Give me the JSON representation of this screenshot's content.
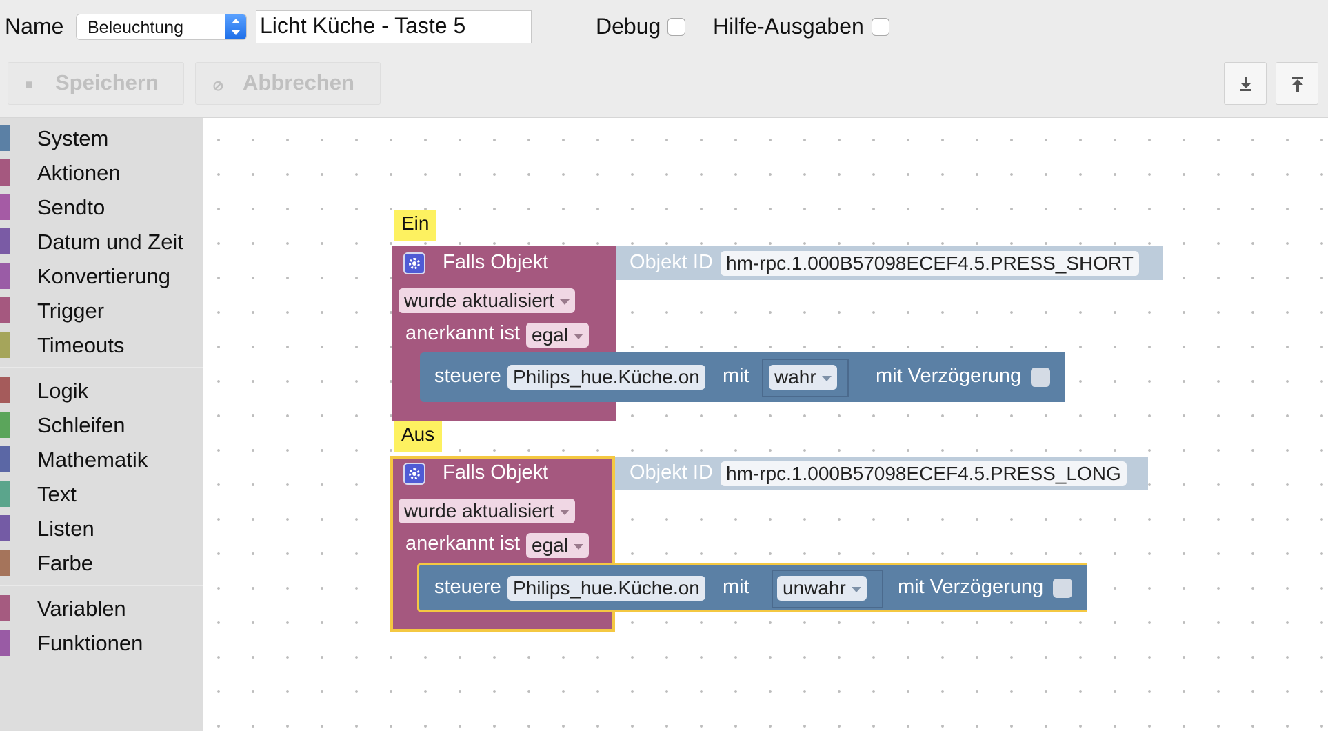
{
  "toolbar": {
    "name_label": "Name",
    "folder_value": "Beleuchtung",
    "script_name": "Licht Küche - Taste 5",
    "debug_label": "Debug",
    "hilfe_label": "Hilfe-Ausgaben",
    "save_label": "Speichern",
    "cancel_label": "Abbrechen",
    "export_icon": "download-icon",
    "import_icon": "upload-icon"
  },
  "sidebar": {
    "categories": [
      {
        "label": "System",
        "color": "#5b80a5"
      },
      {
        "label": "Aktionen",
        "color": "#a5587f"
      },
      {
        "label": "Sendto",
        "color": "#a55ba5"
      },
      {
        "label": "Datum und Zeit",
        "color": "#7a5ba5"
      },
      {
        "label": "Konvertierung",
        "color": "#9a5ca6"
      },
      {
        "label": "Trigger",
        "color": "#a5587f"
      },
      {
        "label": "Timeouts",
        "color": "#a5a55b"
      },
      {
        "label": "Logik",
        "color": "#a55b5b"
      },
      {
        "label": "Schleifen",
        "color": "#5ba55b"
      },
      {
        "label": "Mathematik",
        "color": "#5b67a5"
      },
      {
        "label": "Text",
        "color": "#5ba58c"
      },
      {
        "label": "Listen",
        "color": "#745ba5"
      },
      {
        "label": "Farbe",
        "color": "#a5745b"
      },
      {
        "label": "Variablen",
        "color": "#a55b80"
      },
      {
        "label": "Funktionen",
        "color": "#995ba5"
      }
    ]
  },
  "blocks": [
    {
      "tag": "Ein",
      "title": "Falls Objekt",
      "objekt_label": "Objekt ID",
      "objekt_id": "hm-rpc.1.000B57098ECEF4.5.PRESS_SHORT",
      "trigger_mode": "wurde aktualisiert",
      "ack_label": "anerkannt ist",
      "ack_value": "egal",
      "action_label": "steuere",
      "target": "Philips_hue.Küche.on",
      "mit_label": "mit",
      "value": "wahr",
      "delay_label": "mit Verzögerung"
    },
    {
      "tag": "Aus",
      "title": "Falls Objekt",
      "objekt_label": "Objekt ID",
      "objekt_id": "hm-rpc.1.000B57098ECEF4.5.PRESS_LONG",
      "trigger_mode": "wurde aktualisiert",
      "ack_label": "anerkannt ist",
      "ack_value": "egal",
      "action_label": "steuere",
      "target": "Philips_hue.Küche.on",
      "mit_label": "mit",
      "value": "unwahr",
      "delay_label": "mit Verzögerung"
    }
  ]
}
